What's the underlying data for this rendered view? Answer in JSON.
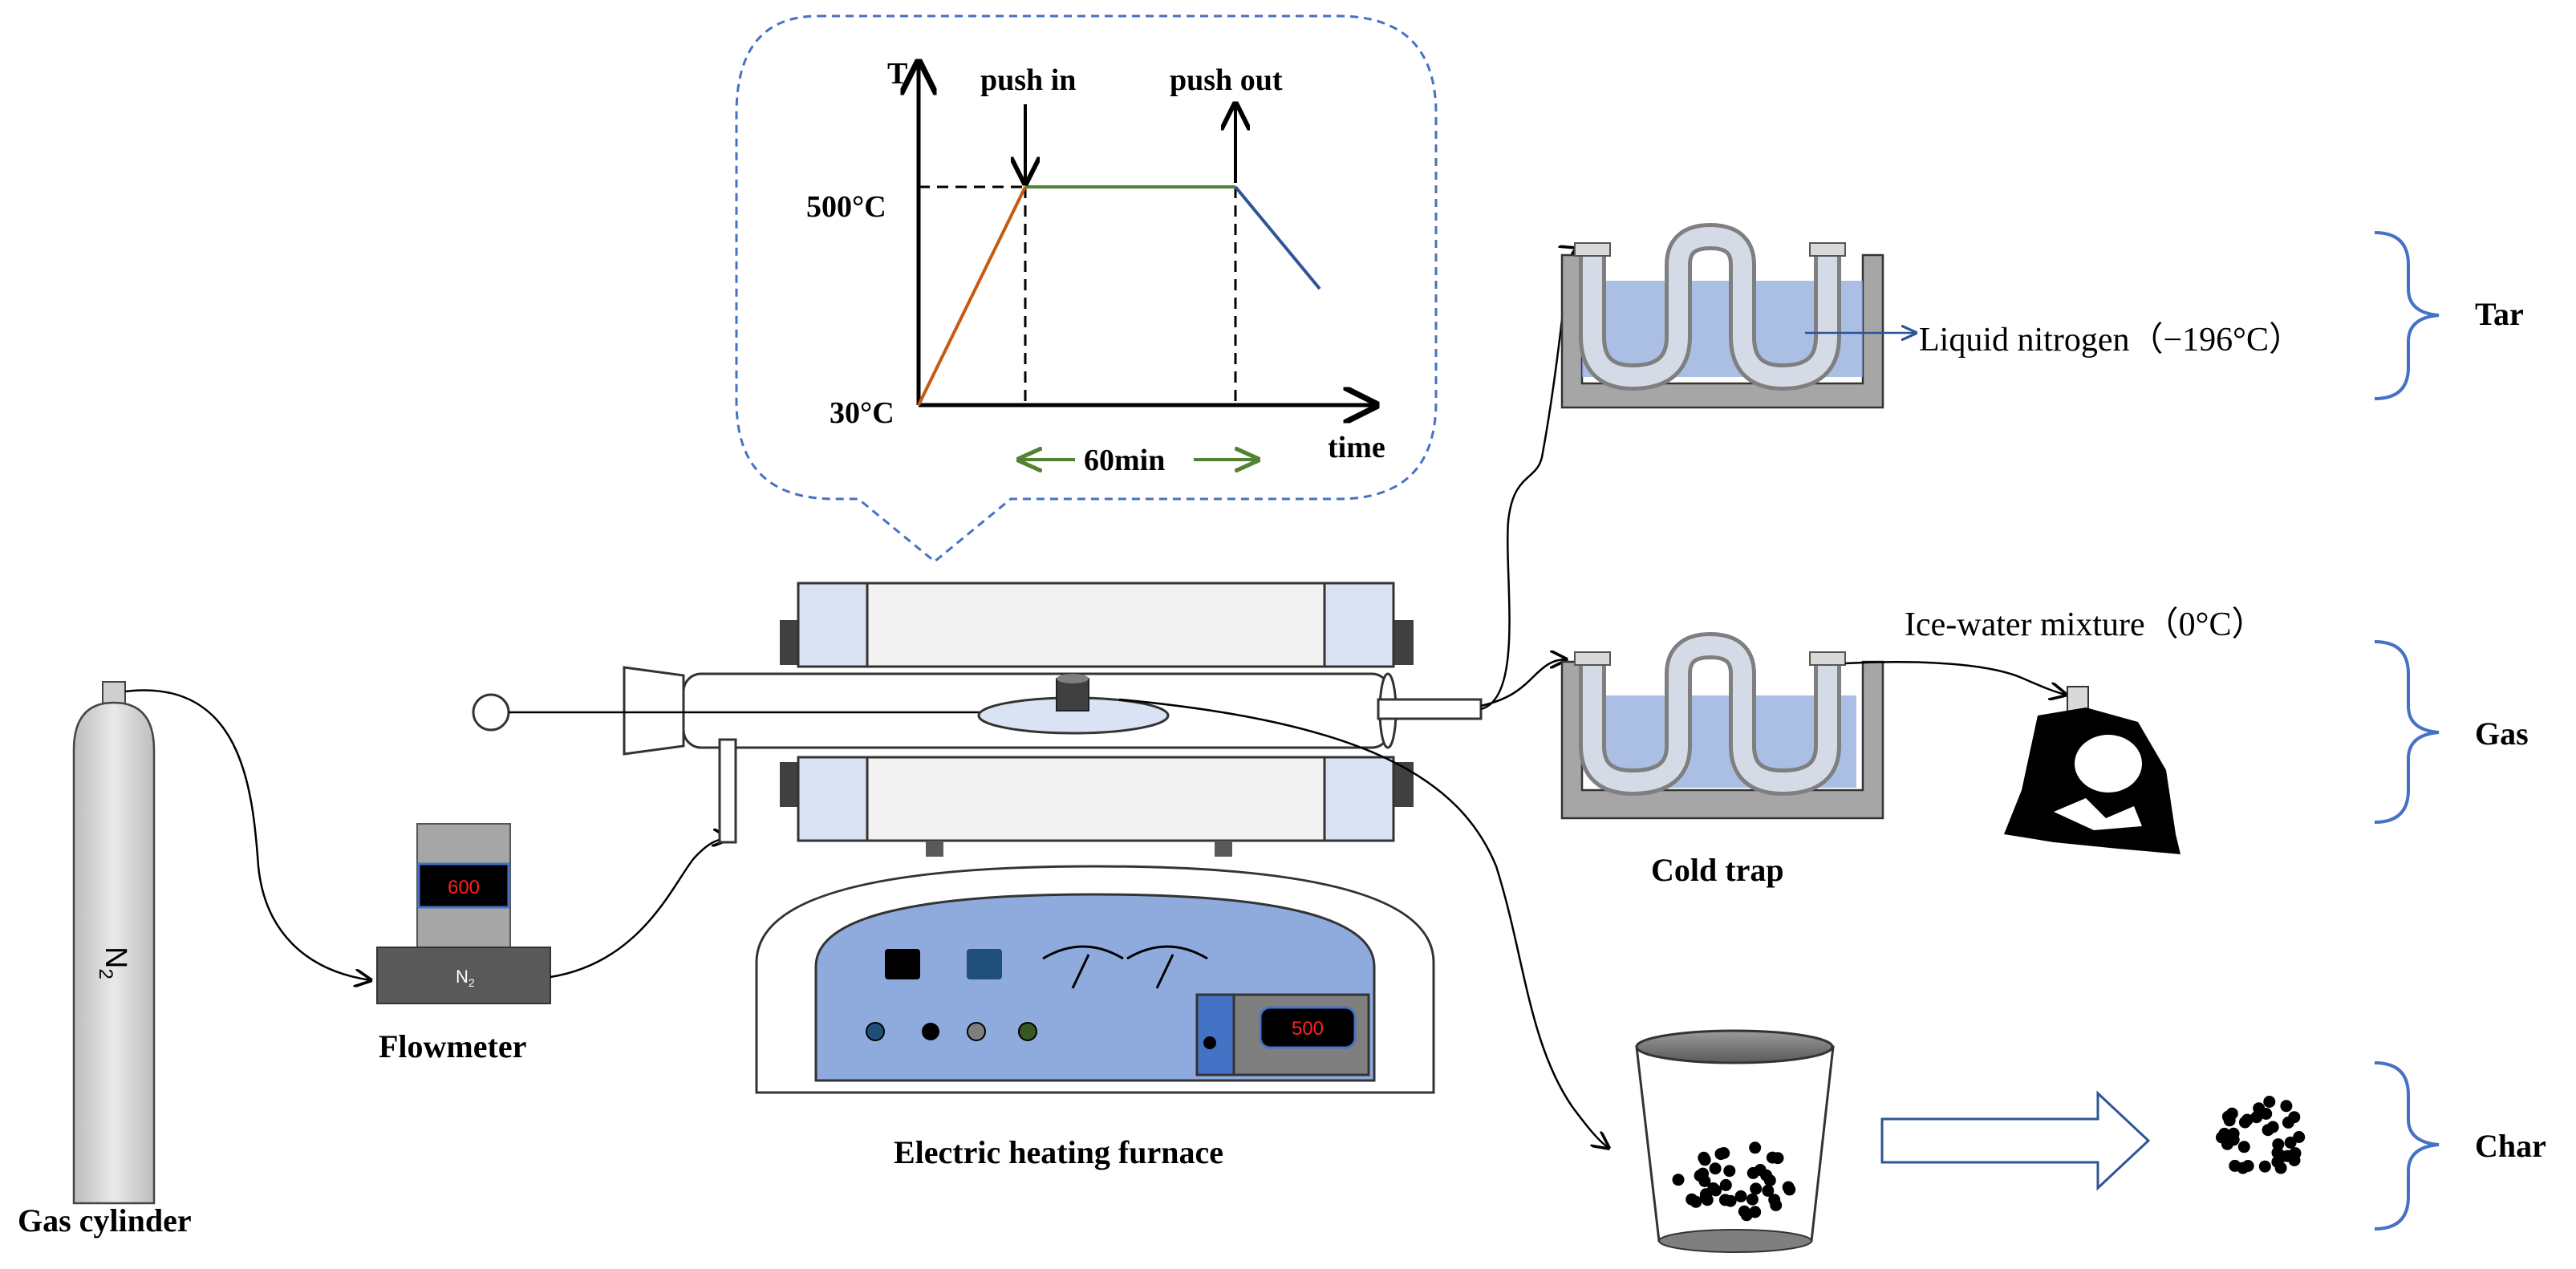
{
  "labels": {
    "gas_cylinder": "Gas cylinder",
    "cylinder_gas": "N",
    "cylinder_gas_sub": "2",
    "flowmeter": "Flowmeter",
    "flowmeter_reading": "600",
    "flowmeter_gas": "N",
    "flowmeter_gas_sub": "2",
    "furnace": "Electric heating furnace",
    "furnace_reading": "500",
    "cold_trap": "Cold trap",
    "liquid_nitrogen": "Liquid nitrogen（−196°C）",
    "ice_water": "Ice-water mixture（0°C）",
    "tar": "Tar",
    "gas": "Gas",
    "char": "Char"
  },
  "inset": {
    "y_axis_label": "T",
    "x_axis_label": "time",
    "push_in": "push in",
    "push_out": "push out",
    "temp_high": "500°C",
    "temp_low": "30°C",
    "duration": "60min"
  },
  "colors": {
    "ramp_up": "#c55a11",
    "hold": "#548235",
    "cool_down": "#2e5597",
    "duration_arrow": "#548235",
    "bracket": "#4472c4",
    "liquid": "#8faadc",
    "furnace_panel": "#8faadc",
    "display_red": "#ff2020",
    "inset_border": "#4472c4"
  }
}
